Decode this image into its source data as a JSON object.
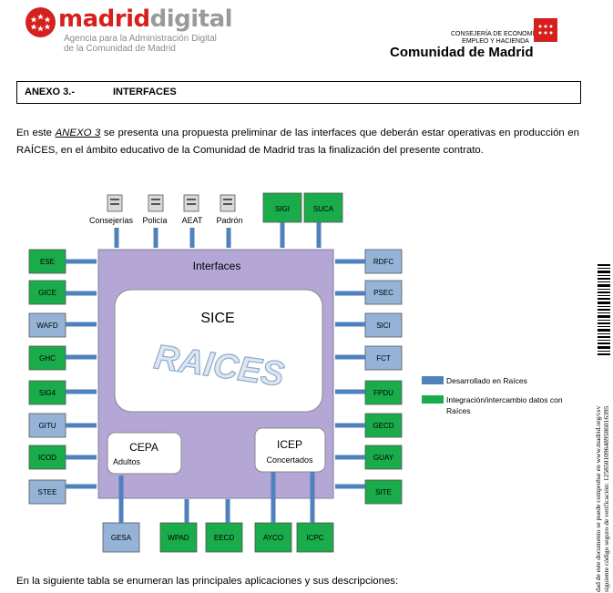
{
  "header": {
    "logo_left": {
      "word_red": "madrid",
      "word_grey": "digital",
      "tagline_1": "Agencia para la Administración Digital",
      "tagline_2": "de la Comunidad de Madrid"
    },
    "logo_right": {
      "dept_1": "CONSEJERÍA DE ECONOMÍA,",
      "dept_2": "EMPLEO Y HACIENDA",
      "name": "Comunidad de Madrid"
    }
  },
  "annex": {
    "number": "ANEXO 3.-",
    "title": "INTERFACES"
  },
  "intro": {
    "part1": "En este ",
    "emph": "ANEXO 3",
    "part2": " se presenta una propuesta preliminar de las interfaces que deberán estar operativas en producción en RAÍCES, en el ámbito educativo de la Comunidad de Madrid tras la finalización del presente contrato."
  },
  "diagram": {
    "top_servers": [
      "Consejerías",
      "Policía",
      "AEAT",
      "Padrón"
    ],
    "top_apps": [
      "SIGI",
      "SUCA"
    ],
    "left_apps": [
      "ESE",
      "GICE",
      "WAFD",
      "GHC",
      "SIG4",
      "GITU",
      "ICOD",
      "STEE"
    ],
    "right_apps": [
      "RDFC",
      "PSEC",
      "SICI",
      "FCT",
      "FPDU",
      "GECD",
      "GUAY",
      "SITE"
    ],
    "bottom_apps": [
      "GESA",
      "WPAD",
      "EECD",
      "AYCO",
      "ICPC"
    ],
    "interfaces_label": "Interfaces",
    "sice_label": "SICE",
    "raices_label": "RAICES",
    "cepa_title": "CEPA",
    "cepa_sub": "Adultos",
    "icep_title": "ICEP",
    "icep_sub": "Concertados",
    "legend": {
      "blue_label": "Desarrollado en Raíces",
      "green_label_1": "Integración/intercambio datos con",
      "green_label_2": "Raíces"
    },
    "colors": {
      "blue": "#95b3d7",
      "green": "#1aab4a",
      "core": "#b4a7d6",
      "arrow": "#4f81bd"
    }
  },
  "footer_text": "En la siguiente tabla se enumeran las principales aplicaciones y sus descripciones:",
  "stamp": {
    "line_1": "dad de este documento se puede comprobar en www.madrid.org/csv",
    "line_2": "siguiente código seguro de verificación:   1258501096489586016395"
  }
}
